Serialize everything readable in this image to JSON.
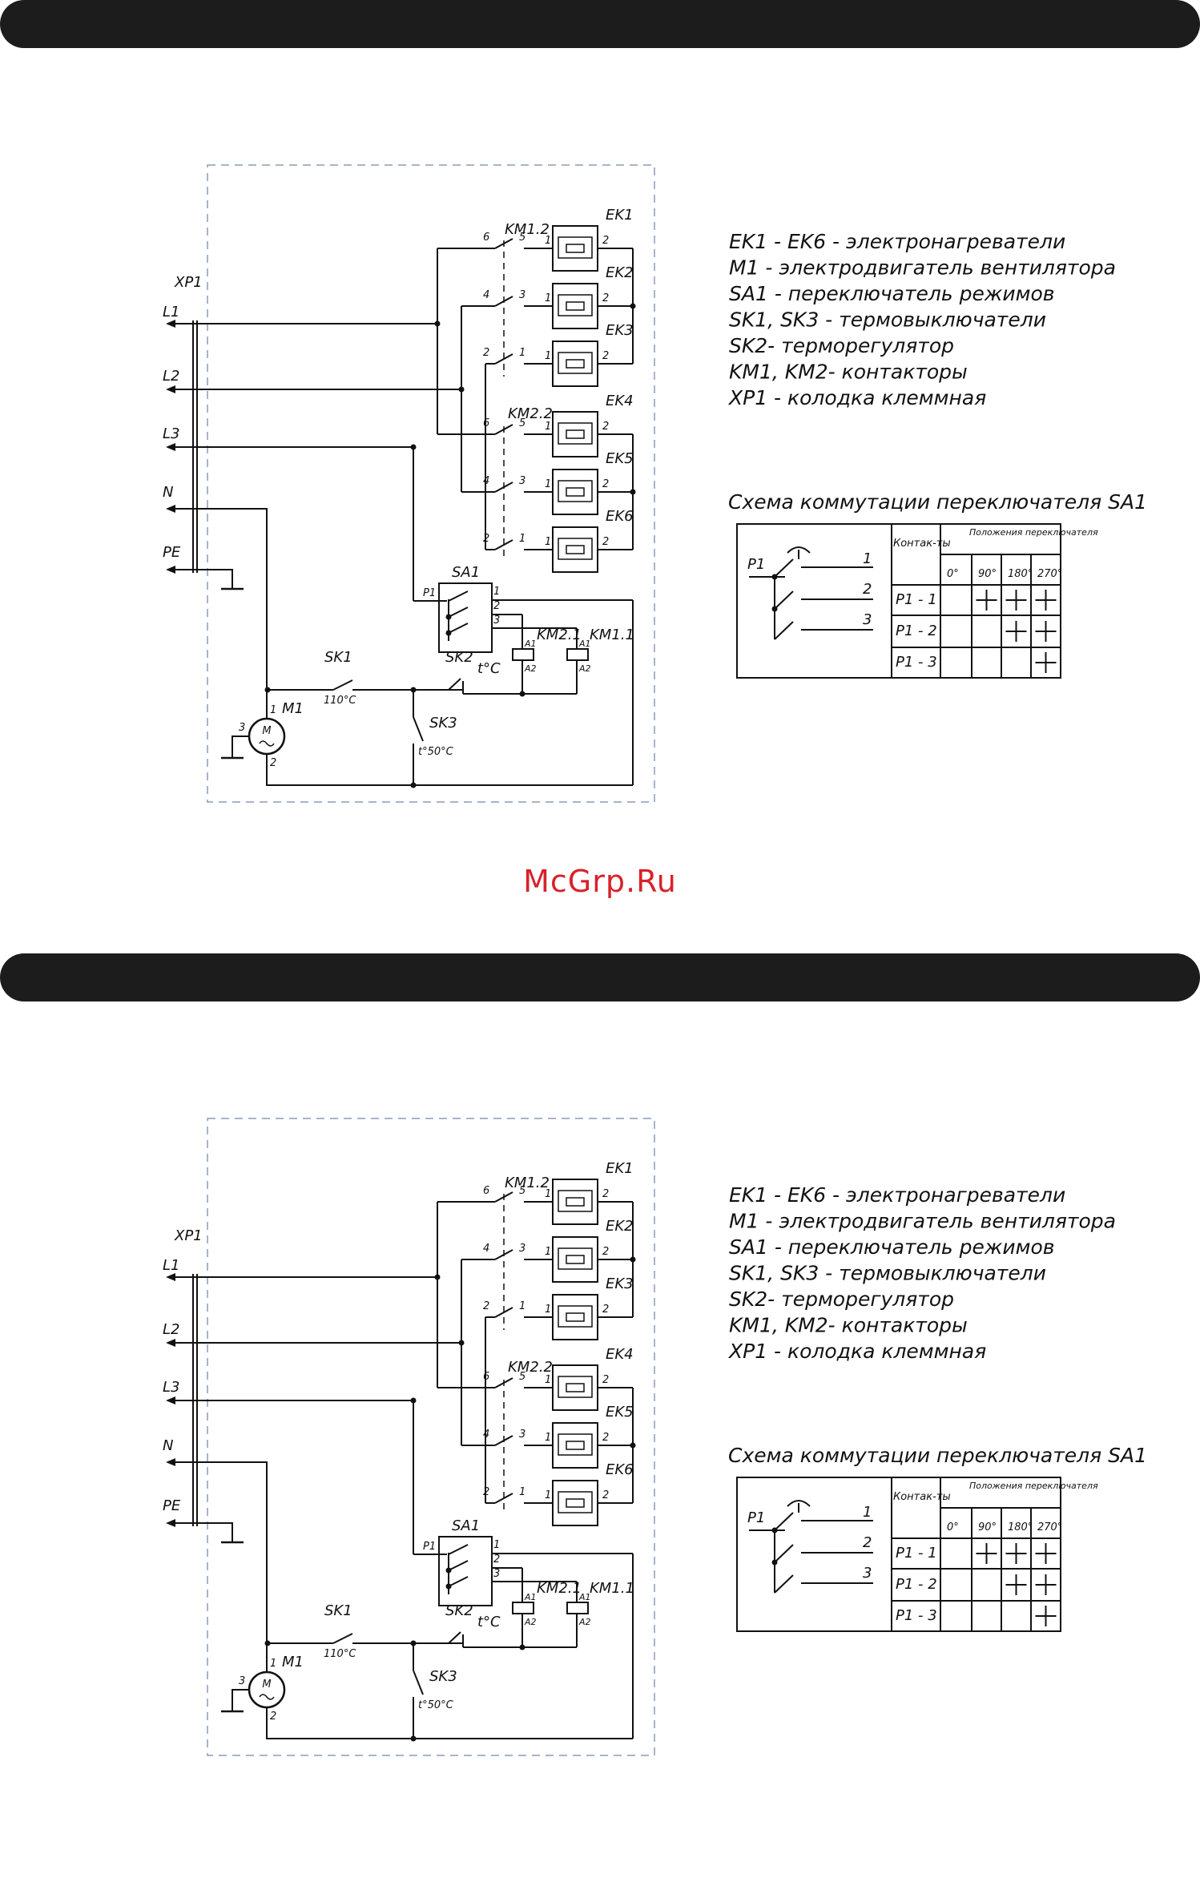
{
  "watermark": "McGrp.Ru",
  "terminal": {
    "name": "XP1",
    "lines": [
      "L1",
      "L2",
      "L3",
      "N",
      "PE"
    ]
  },
  "contactors": {
    "km12": "KM1.2",
    "km22": "KM2.2",
    "km21": "KM2.1",
    "km11": "KM1.1",
    "coil_a1": "A1",
    "coil_a2": "A2"
  },
  "contact_pins": [
    "6",
    "5",
    "4",
    "3",
    "2",
    "1"
  ],
  "heater_pins": [
    "1",
    "2"
  ],
  "heaters": [
    "EK1",
    "EK2",
    "EK3",
    "EK4",
    "EK5",
    "EK6"
  ],
  "switch": {
    "name": "SA1",
    "common": "P1",
    "outputs": [
      "1",
      "2",
      "3"
    ]
  },
  "thermo": {
    "sk1": "SK1",
    "sk1_temp": "110°C",
    "sk2": "SK2",
    "sk2_unit": "t°C",
    "sk3": "SK3",
    "sk3_temp": "t°50°C"
  },
  "motor": {
    "name": "M1",
    "symbol": "M",
    "pins": [
      "1",
      "2",
      "3"
    ]
  },
  "legend": [
    "EK1 - EK6 - электронагреватели",
    "M1 - электродвигатель вентилятора",
    "SA1 - переключатель режимов",
    "SK1, SK3  - термовыключатели",
    "SK2- терморегулятор",
    "KM1, KM2- контакторы",
    "XP1 - колодка клеммная"
  ],
  "switch_table": {
    "title": "Схема коммутации переключателя SA1",
    "common_label": "P1",
    "output_labels": [
      "1",
      "2",
      "3"
    ],
    "col_contacts": "Контак-ты",
    "col_positions": "Положения переключателя",
    "positions": [
      "0°",
      "90°",
      "180°",
      "270°"
    ],
    "rows": [
      {
        "label": "P1 - 1",
        "on": [
          false,
          true,
          true,
          true
        ]
      },
      {
        "label": "P1 - 2",
        "on": [
          false,
          false,
          true,
          true
        ]
      },
      {
        "label": "P1 - 3",
        "on": [
          false,
          false,
          false,
          true
        ]
      }
    ]
  }
}
